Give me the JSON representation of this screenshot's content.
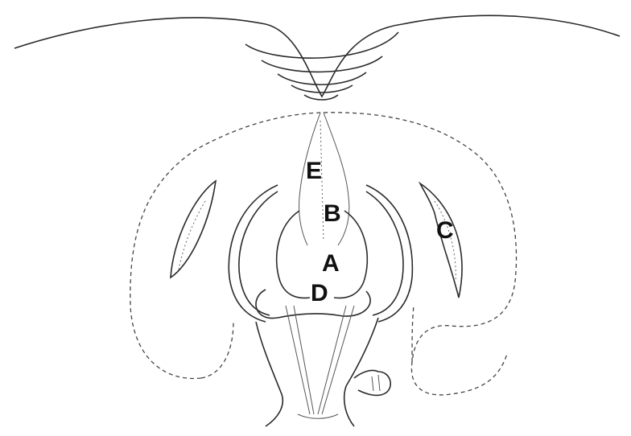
{
  "diagram": {
    "labels": {
      "a": "A",
      "b": "B",
      "c": "C",
      "d": "D",
      "e": "E"
    }
  }
}
